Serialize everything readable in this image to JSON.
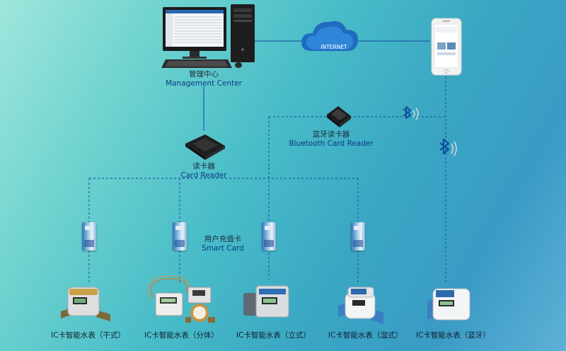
{
  "nodes": {
    "management_center": {
      "cn": "管理中心",
      "en": "Management Center"
    },
    "internet": "INTERNET",
    "card_reader": {
      "cn": "读卡器",
      "en": "Card Reader"
    },
    "bluetooth_reader": {
      "cn": "蓝牙读卡器",
      "en": "Bluetooth Card Reader"
    },
    "smart_card": {
      "cn": "用户充值卡",
      "en": "Smart Card"
    }
  },
  "meters": [
    {
      "label": "IC卡智能水表（干式）"
    },
    {
      "label": "IC卡智能水表（分体）"
    },
    {
      "label": "IC卡智能水表（立式）"
    },
    {
      "label": "IC卡智能水表（湿式）"
    },
    {
      "label": "IC卡智能水表（蓝牙）"
    }
  ],
  "colors": {
    "line": "#1d5fa8",
    "label_en": "#0a3a86",
    "bluetooth": "#0b4f9c"
  }
}
